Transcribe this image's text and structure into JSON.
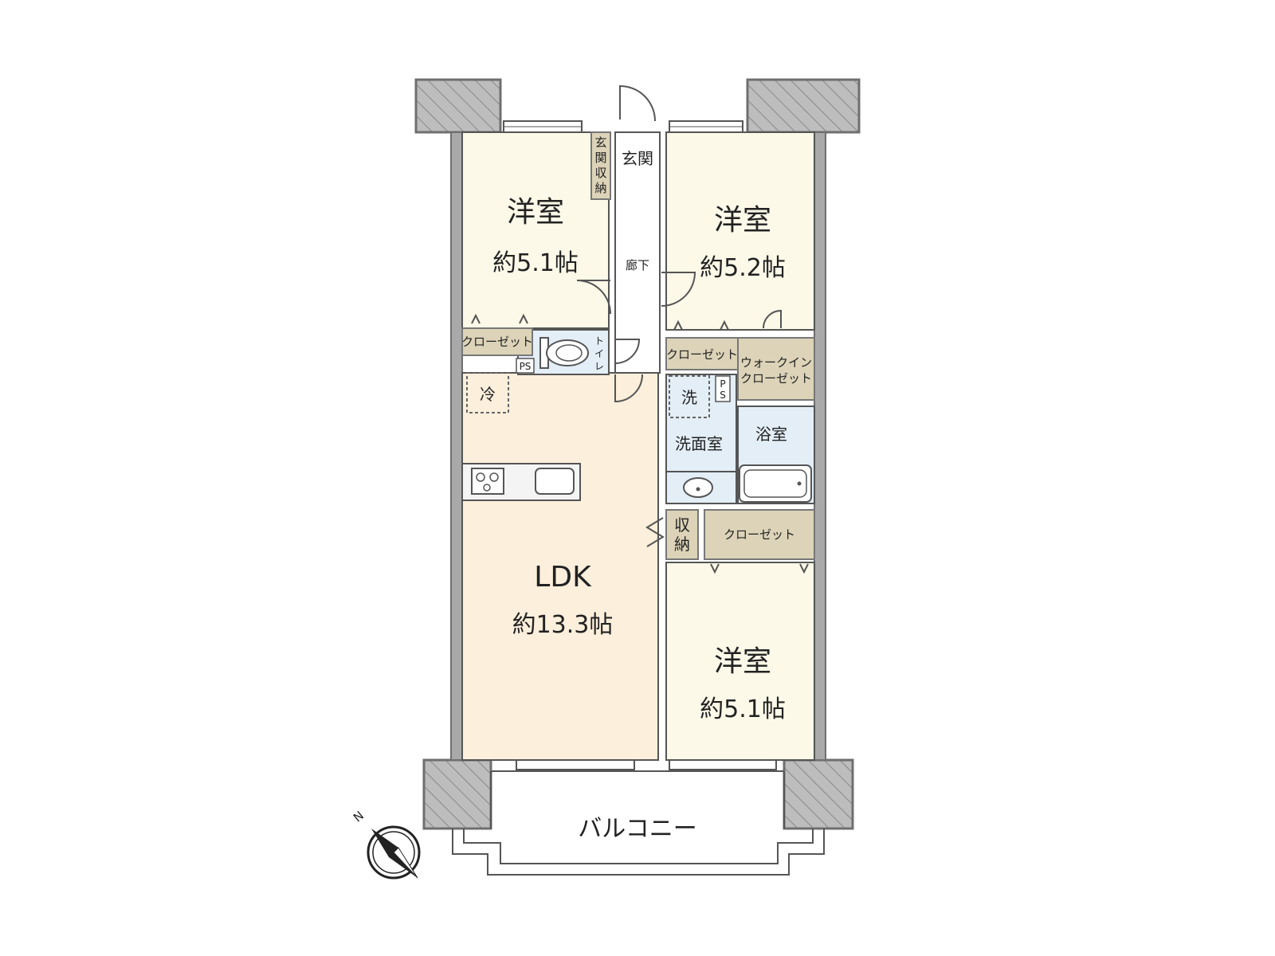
{
  "colors": {
    "bedroom_fill": "#fcf9e8",
    "ldk_fill": "#fcefdc",
    "closet_fill": "#dcd3b8",
    "wet_fill": "#e3eef7",
    "wall": "#8c8c8c",
    "column": "#bdbdbd"
  },
  "rooms": {
    "bedroom_nw": {
      "name": "洋室",
      "area": "約5.1帖"
    },
    "bedroom_ne": {
      "name": "洋室",
      "area": "約5.2帖"
    },
    "bedroom_se": {
      "name": "洋室",
      "area": "約5.1帖"
    },
    "ldk": {
      "name": "LDK",
      "area": "約13.3帖"
    },
    "entrance": "玄関",
    "entrance_storage": [
      "玄",
      "関",
      "収",
      "納"
    ],
    "hallway": "廊下",
    "toilet": [
      "ト",
      "イ",
      "レ"
    ],
    "washroom": "洗面室",
    "bathroom": "浴室",
    "balcony": "バルコニー"
  },
  "storage": {
    "closet_nw": "クローゼット",
    "closet_ne": "クローゼット",
    "walk_in": [
      "ウォークイン",
      "クローゼット"
    ],
    "storage_small": [
      "収",
      "納"
    ],
    "closet_se": "クローゼット"
  },
  "fixtures": {
    "ps_left": "PS",
    "ps_right": [
      "P",
      "S"
    ],
    "fridge": "冷",
    "washer": "洗"
  },
  "compass": {
    "north": "N"
  }
}
